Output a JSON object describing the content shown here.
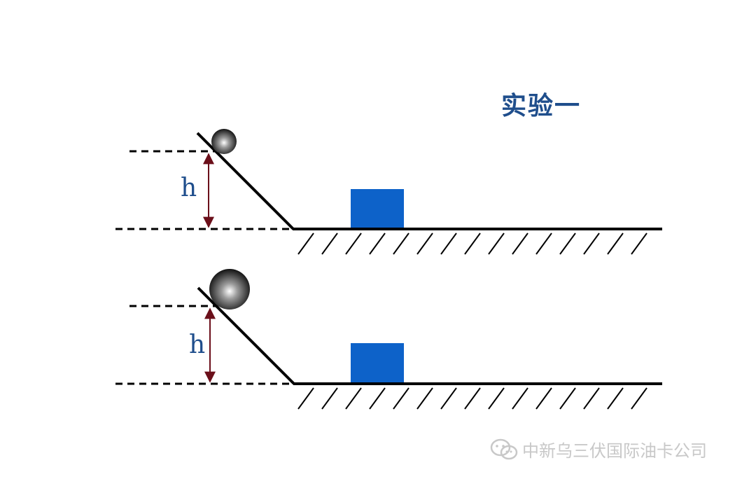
{
  "title": "实验一",
  "height_label": "h",
  "watermark": "中新乌三伏国际油卡公司",
  "colors": {
    "title": "#1f4e8c",
    "label": "#1f4e8c",
    "block": "#0d62c9",
    "arrow": "#6b0f1a",
    "line": "#000000",
    "watermark": "#c8c8c8"
  },
  "panels": [
    {
      "ball_size": "small"
    },
    {
      "ball_size": "large"
    }
  ]
}
